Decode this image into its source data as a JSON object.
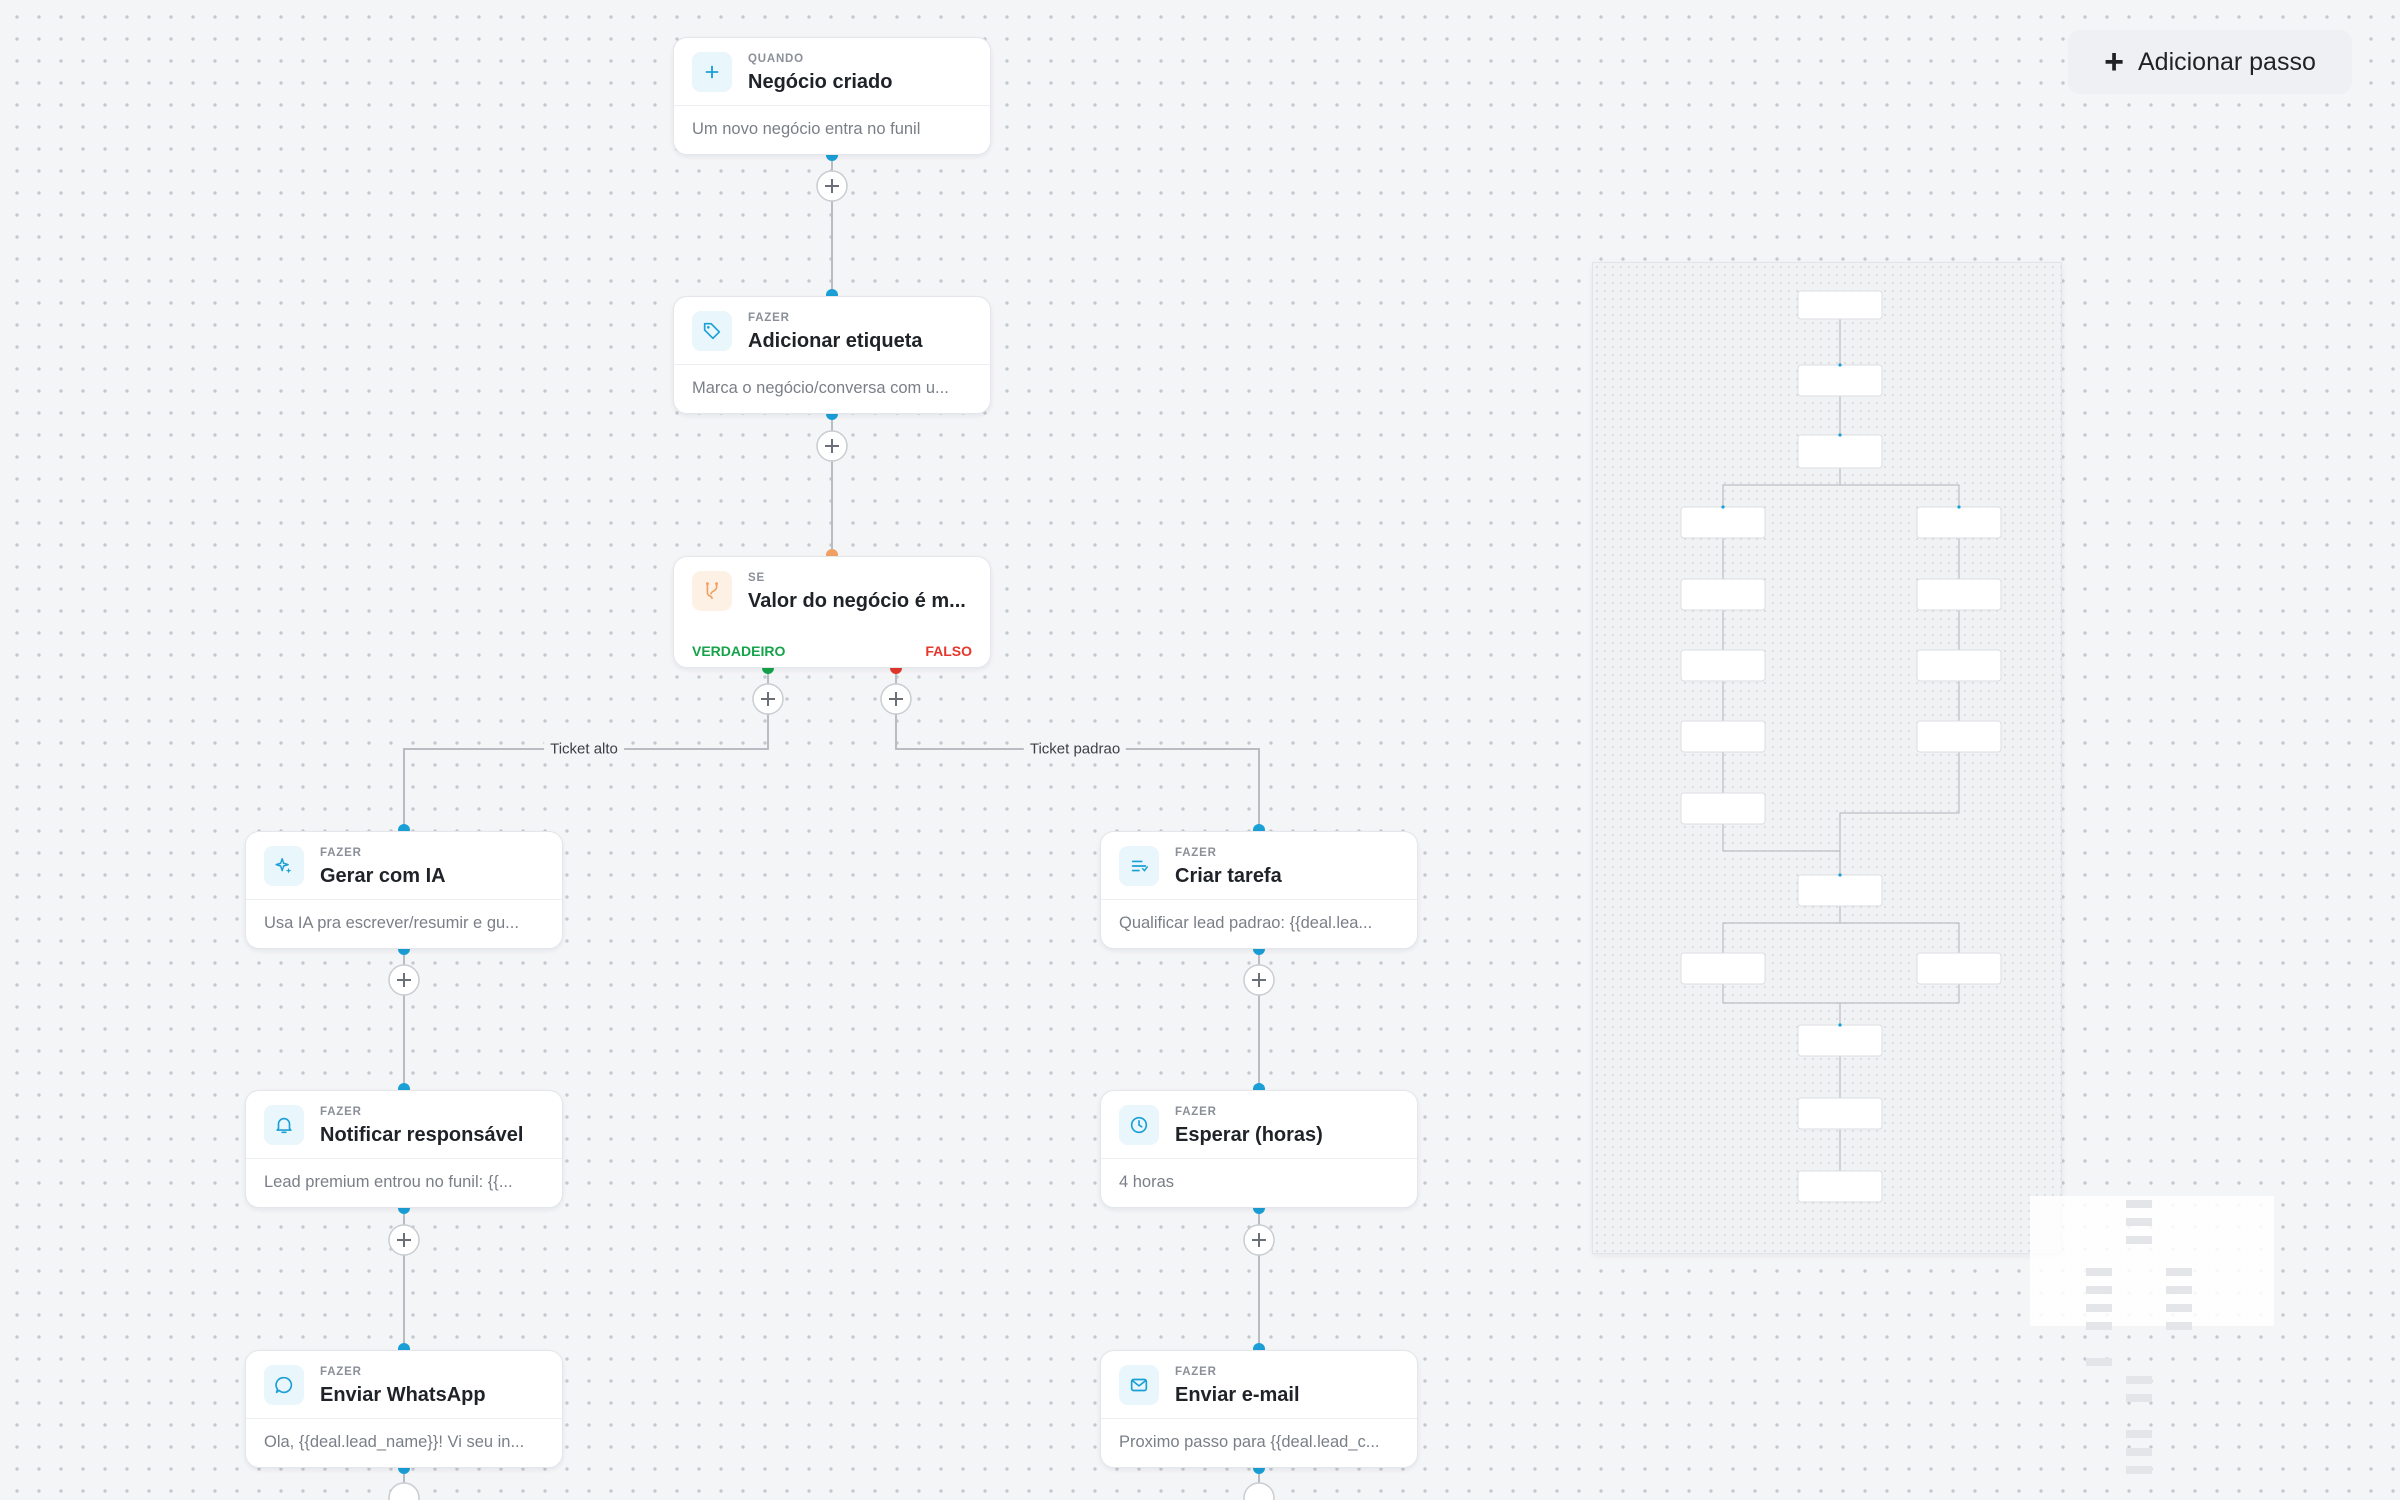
{
  "toolbar": {
    "add_step_label": "Adicionar passo"
  },
  "nodes": {
    "trigger": {
      "kind": "QUANDO",
      "title": "Negócio criado",
      "desc": "Um novo negócio entra no funil",
      "icon": "plus-icon"
    },
    "tag": {
      "kind": "FAZER",
      "title": "Adicionar etiqueta",
      "desc": "Marca o negócio/conversa com u...",
      "icon": "tag-icon"
    },
    "condition": {
      "kind": "SE",
      "title": "Valor do negócio é m...",
      "true_label": "VERDADEIRO",
      "false_label": "FALSO",
      "icon": "branch-icon"
    },
    "ai": {
      "kind": "FAZER",
      "title": "Gerar com IA",
      "desc": "Usa IA pra escrever/resumir e gu...",
      "icon": "sparkle-icon"
    },
    "notify": {
      "kind": "FAZER",
      "title": "Notificar responsável",
      "desc": "Lead premium entrou no funil: {{...",
      "icon": "bell-icon"
    },
    "whatsapp": {
      "kind": "FAZER",
      "title": "Enviar WhatsApp",
      "desc": "Ola, {{deal.lead_name}}! Vi seu in...",
      "icon": "chat-icon"
    },
    "task": {
      "kind": "FAZER",
      "title": "Criar tarefa",
      "desc": "Qualificar lead padrao: {{deal.lea...",
      "icon": "task-list-icon"
    },
    "wait": {
      "kind": "FAZER",
      "title": "Esperar (horas)",
      "desc": "4 horas",
      "icon": "clock-icon"
    },
    "email": {
      "kind": "FAZER",
      "title": "Enviar e-mail",
      "desc": "Proximo passo para {{deal.lead_c...",
      "icon": "mail-icon"
    }
  },
  "edge_labels": {
    "high_ticket": "Ticket alto",
    "standard_ticket": "Ticket padrao"
  },
  "colors": {
    "accent": "#1a9fd6",
    "true": "#16a34a",
    "false": "#e5372b",
    "condition": "#f0a062"
  }
}
